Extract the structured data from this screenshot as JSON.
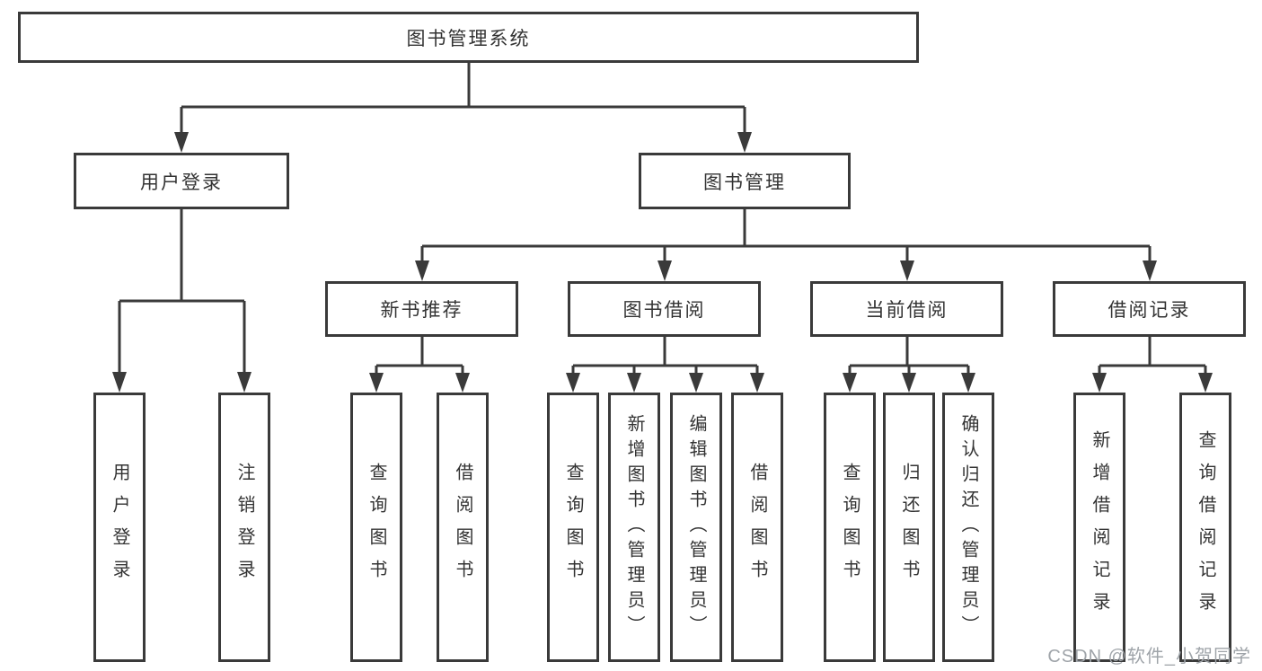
{
  "root": {
    "label": "图书管理系统"
  },
  "level2": {
    "user_login": {
      "label": "用户登录"
    },
    "book_management": {
      "label": "图书管理"
    }
  },
  "level3": {
    "new_book_recommend": {
      "label": "新书推荐"
    },
    "book_borrow": {
      "label": "图书借阅"
    },
    "current_borrow": {
      "label": "当前借阅"
    },
    "borrow_records": {
      "label": "借阅记录"
    }
  },
  "leaves": {
    "user_login": [
      "用户登录",
      "注销登录"
    ],
    "new_book_recommend": [
      "查询图书",
      "借阅图书"
    ],
    "book_borrow": [
      "查询图书",
      "新增图书（管理员）",
      "编辑图书（管理员）",
      "借阅图书"
    ],
    "current_borrow": [
      "查询图书",
      "归还图书",
      "确认归还（管理员）"
    ],
    "borrow_records": [
      "新增借阅记录",
      "查询借阅记录"
    ]
  },
  "watermark": {
    "text": "CSDN @软件_小贺同学"
  },
  "colors": {
    "line": "#3a3a3a",
    "text": "#333333",
    "watermark": "#9fa4a9",
    "background": "#ffffff"
  }
}
